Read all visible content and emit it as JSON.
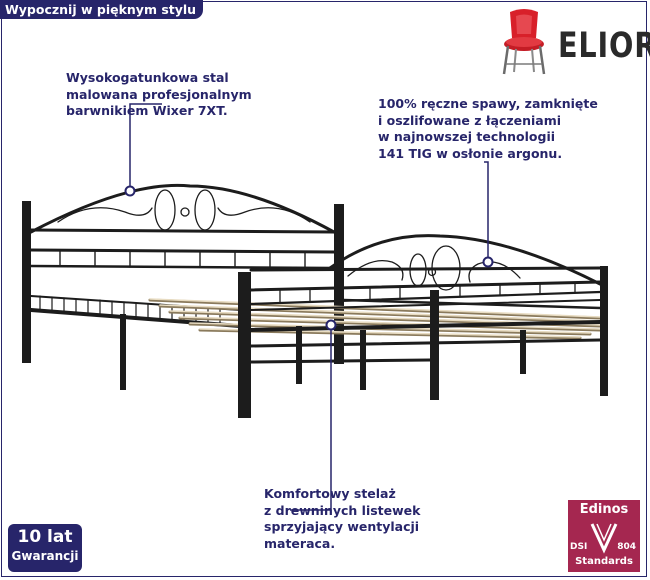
{
  "title": "Wypocznij w pięknym stylu",
  "brand": {
    "name": "ELIOR",
    "logo_icon": "red-chair-icon"
  },
  "callouts": {
    "steel": [
      "Wysokogatunkowa stal",
      "malowana profesjonalnym",
      "barwnikiem Wixer 7XT."
    ],
    "welds": [
      "100% ręczne spawy, zamknięte",
      "i oszlifowane z łączeniami",
      "w najnowszej technologii",
      "141 TIG w osłonie argonu."
    ],
    "slats": [
      "Komfortowy stelaż",
      "z drewninych listewek",
      "sprzyjający wentylacji",
      "materaca."
    ]
  },
  "warranty": {
    "years": "10 lat",
    "label": "Gwarancji"
  },
  "certificate": {
    "brand": "Edinos",
    "code_left": "DSI",
    "code_right": "804",
    "label": "Standards"
  },
  "colors": {
    "navy": "#27256a",
    "metal": "#1c1c1c",
    "badge": "#a52750",
    "chair_red": "#d8202a"
  }
}
